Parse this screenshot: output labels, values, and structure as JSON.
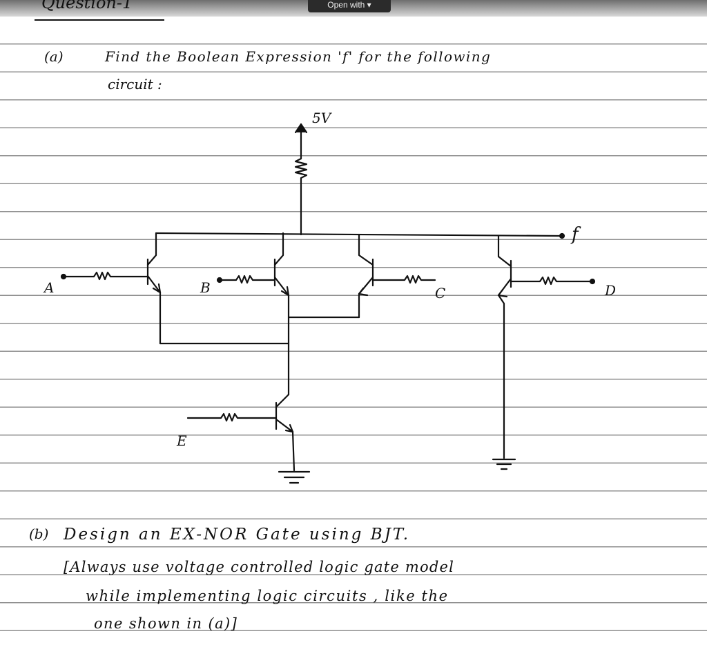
{
  "toolbar": {
    "open_with_label": "Open with ▾"
  },
  "question": {
    "heading": "Question-1",
    "part_a": {
      "marker": "(a)",
      "line1": "Find the Boolean Expression 'f' for the following",
      "line2": "circuit :"
    },
    "part_b": {
      "marker": "(b)",
      "line1": "Design an EX-NOR Gate using BJT.",
      "line2": "[Always use voltage controlled logic gate model",
      "line3": "while implementing logic circuits , like the",
      "line4": "one shown in (a)]"
    }
  },
  "circuit": {
    "supply_label": "5V",
    "output_label": "f",
    "input_labels": {
      "a": "A",
      "b": "B",
      "c": "C",
      "d": "D",
      "e": "E"
    }
  }
}
